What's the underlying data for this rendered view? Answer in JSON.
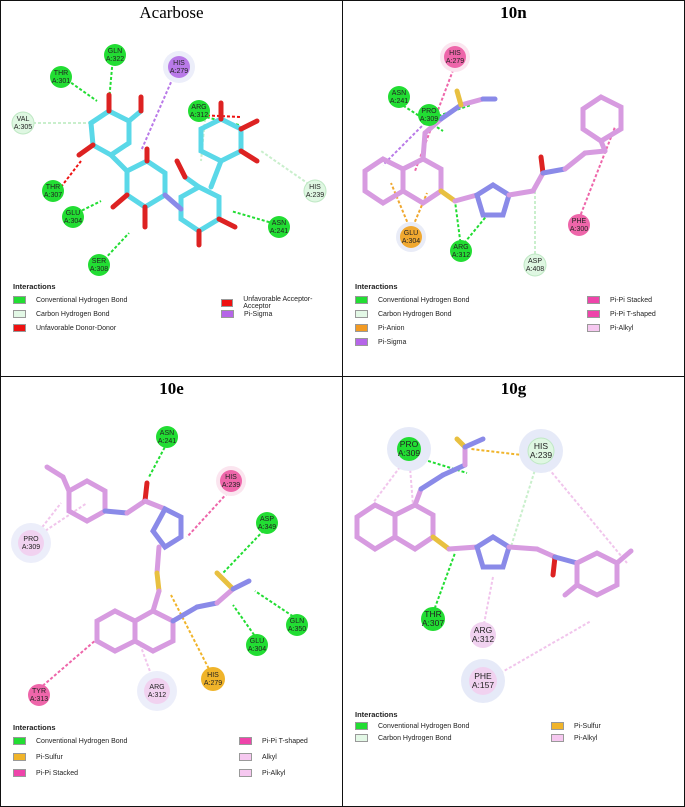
{
  "panels": [
    {
      "title": "Acarbose",
      "residues": [
        {
          "name": "GLN",
          "num": "A:322",
          "type": "green"
        },
        {
          "name": "THR",
          "num": "A:301",
          "type": "green"
        },
        {
          "name": "HIS",
          "num": "A:279",
          "type": "purple"
        },
        {
          "name": "VAL",
          "num": "A:305",
          "type": "light"
        },
        {
          "name": "ARG",
          "num": "A:312",
          "type": "green"
        },
        {
          "name": "THR",
          "num": "A:307",
          "type": "green"
        },
        {
          "name": "GLU",
          "num": "A:304",
          "type": "green"
        },
        {
          "name": "HIS",
          "num": "A:239",
          "type": "light"
        },
        {
          "name": "ASN",
          "num": "A:241",
          "type": "green"
        },
        {
          "name": "SER",
          "num": "A:308",
          "type": "green"
        }
      ],
      "legend_title": "Interactions",
      "legend": [
        {
          "label": "Conventional Hydrogen Bond",
          "color": "#22dd33"
        },
        {
          "label": "Carbon Hydrogen Bond",
          "color": "#d9f7dc"
        },
        {
          "label": "Unfavorable Donor-Donor",
          "color": "#ee1111"
        },
        {
          "label": "Unfavorable Acceptor-Acceptor",
          "color": "#ee1111"
        },
        {
          "label": "Pi-Sigma",
          "color": "#b565e8"
        }
      ]
    },
    {
      "title": "10n",
      "residues": [
        {
          "name": "HIS",
          "num": "A:279",
          "type": "pink"
        },
        {
          "name": "ASN",
          "num": "A:241",
          "type": "green"
        },
        {
          "name": "PRO",
          "num": "A:309",
          "type": "green"
        },
        {
          "name": "GLU",
          "num": "A:304",
          "type": "orange"
        },
        {
          "name": "ARG",
          "num": "A:312",
          "type": "green"
        },
        {
          "name": "PHE",
          "num": "A:300",
          "type": "pink"
        },
        {
          "name": "ASP",
          "num": "A:408",
          "type": "light"
        }
      ],
      "legend_title": "Interactions",
      "legend": [
        {
          "label": "Conventional Hydrogen Bond",
          "color": "#22dd33"
        },
        {
          "label": "Carbon Hydrogen Bond",
          "color": "#d9f7dc"
        },
        {
          "label": "Pi-Anion",
          "color": "#f29a22"
        },
        {
          "label": "Pi-Sigma",
          "color": "#b565e8"
        },
        {
          "label": "Pi-Pi Stacked",
          "color": "#ee44aa"
        },
        {
          "label": "Pi-Pi T-shaped",
          "color": "#ee44aa"
        },
        {
          "label": "Pi-Alkyl",
          "color": "#f6c8f0"
        }
      ]
    },
    {
      "title": "10e",
      "residues": [
        {
          "name": "ASN",
          "num": "A:241",
          "type": "green"
        },
        {
          "name": "HIS",
          "num": "A:239",
          "type": "pink"
        },
        {
          "name": "ASP",
          "num": "A:349",
          "type": "green"
        },
        {
          "name": "PRO",
          "num": "A:309",
          "type": "lilac"
        },
        {
          "name": "GLN",
          "num": "A:350",
          "type": "green"
        },
        {
          "name": "GLU",
          "num": "A:304",
          "type": "green"
        },
        {
          "name": "TYR",
          "num": "A:313",
          "type": "pink"
        },
        {
          "name": "ARG",
          "num": "A:312",
          "type": "lilac"
        },
        {
          "name": "HIS",
          "num": "A:279",
          "type": "orange"
        }
      ],
      "legend_title": "Interactions",
      "legend": [
        {
          "label": "Conventional Hydrogen Bond",
          "color": "#22dd33"
        },
        {
          "label": "Pi-Sulfur",
          "color": "#f0b42a"
        },
        {
          "label": "Pi-Pi Stacked",
          "color": "#ee44aa"
        },
        {
          "label": "Pi-Pi T-shaped",
          "color": "#ee44aa"
        },
        {
          "label": "Alkyl",
          "color": "#f6c8f0"
        },
        {
          "label": "Pi-Alkyl",
          "color": "#f6c8f0"
        }
      ]
    },
    {
      "title": "10g",
      "residues": [
        {
          "name": "PRO",
          "num": "A:309",
          "type": "green"
        },
        {
          "name": "HIS",
          "num": "A:239",
          "type": "light"
        },
        {
          "name": "THR",
          "num": "A:307",
          "type": "green"
        },
        {
          "name": "ARG",
          "num": "A:312",
          "type": "lilac"
        },
        {
          "name": "PHE",
          "num": "A:157",
          "type": "lilac"
        }
      ],
      "legend_title": "Interactions",
      "legend": [
        {
          "label": "Conventional Hydrogen Bond",
          "color": "#22dd33"
        },
        {
          "label": "Carbon Hydrogen Bond",
          "color": "#d9f7dc"
        },
        {
          "label": "Pi-Sulfur",
          "color": "#f0b42a"
        },
        {
          "label": "Pi-Alkyl",
          "color": "#f6c8f0"
        }
      ]
    }
  ],
  "colors": {
    "green": "#22dd33",
    "light": "#dff7e2",
    "purple": "#b97ae8",
    "pink": "#ee66aa",
    "orange": "#f0a830",
    "lilac": "#f1d2f0",
    "carbon_acarbose": "#5ad8e8",
    "carbon_ligand": "#d79be0",
    "oxygen": "#dd2222",
    "nitrogen": "#8a8ae8",
    "sulfur": "#e8c040"
  }
}
